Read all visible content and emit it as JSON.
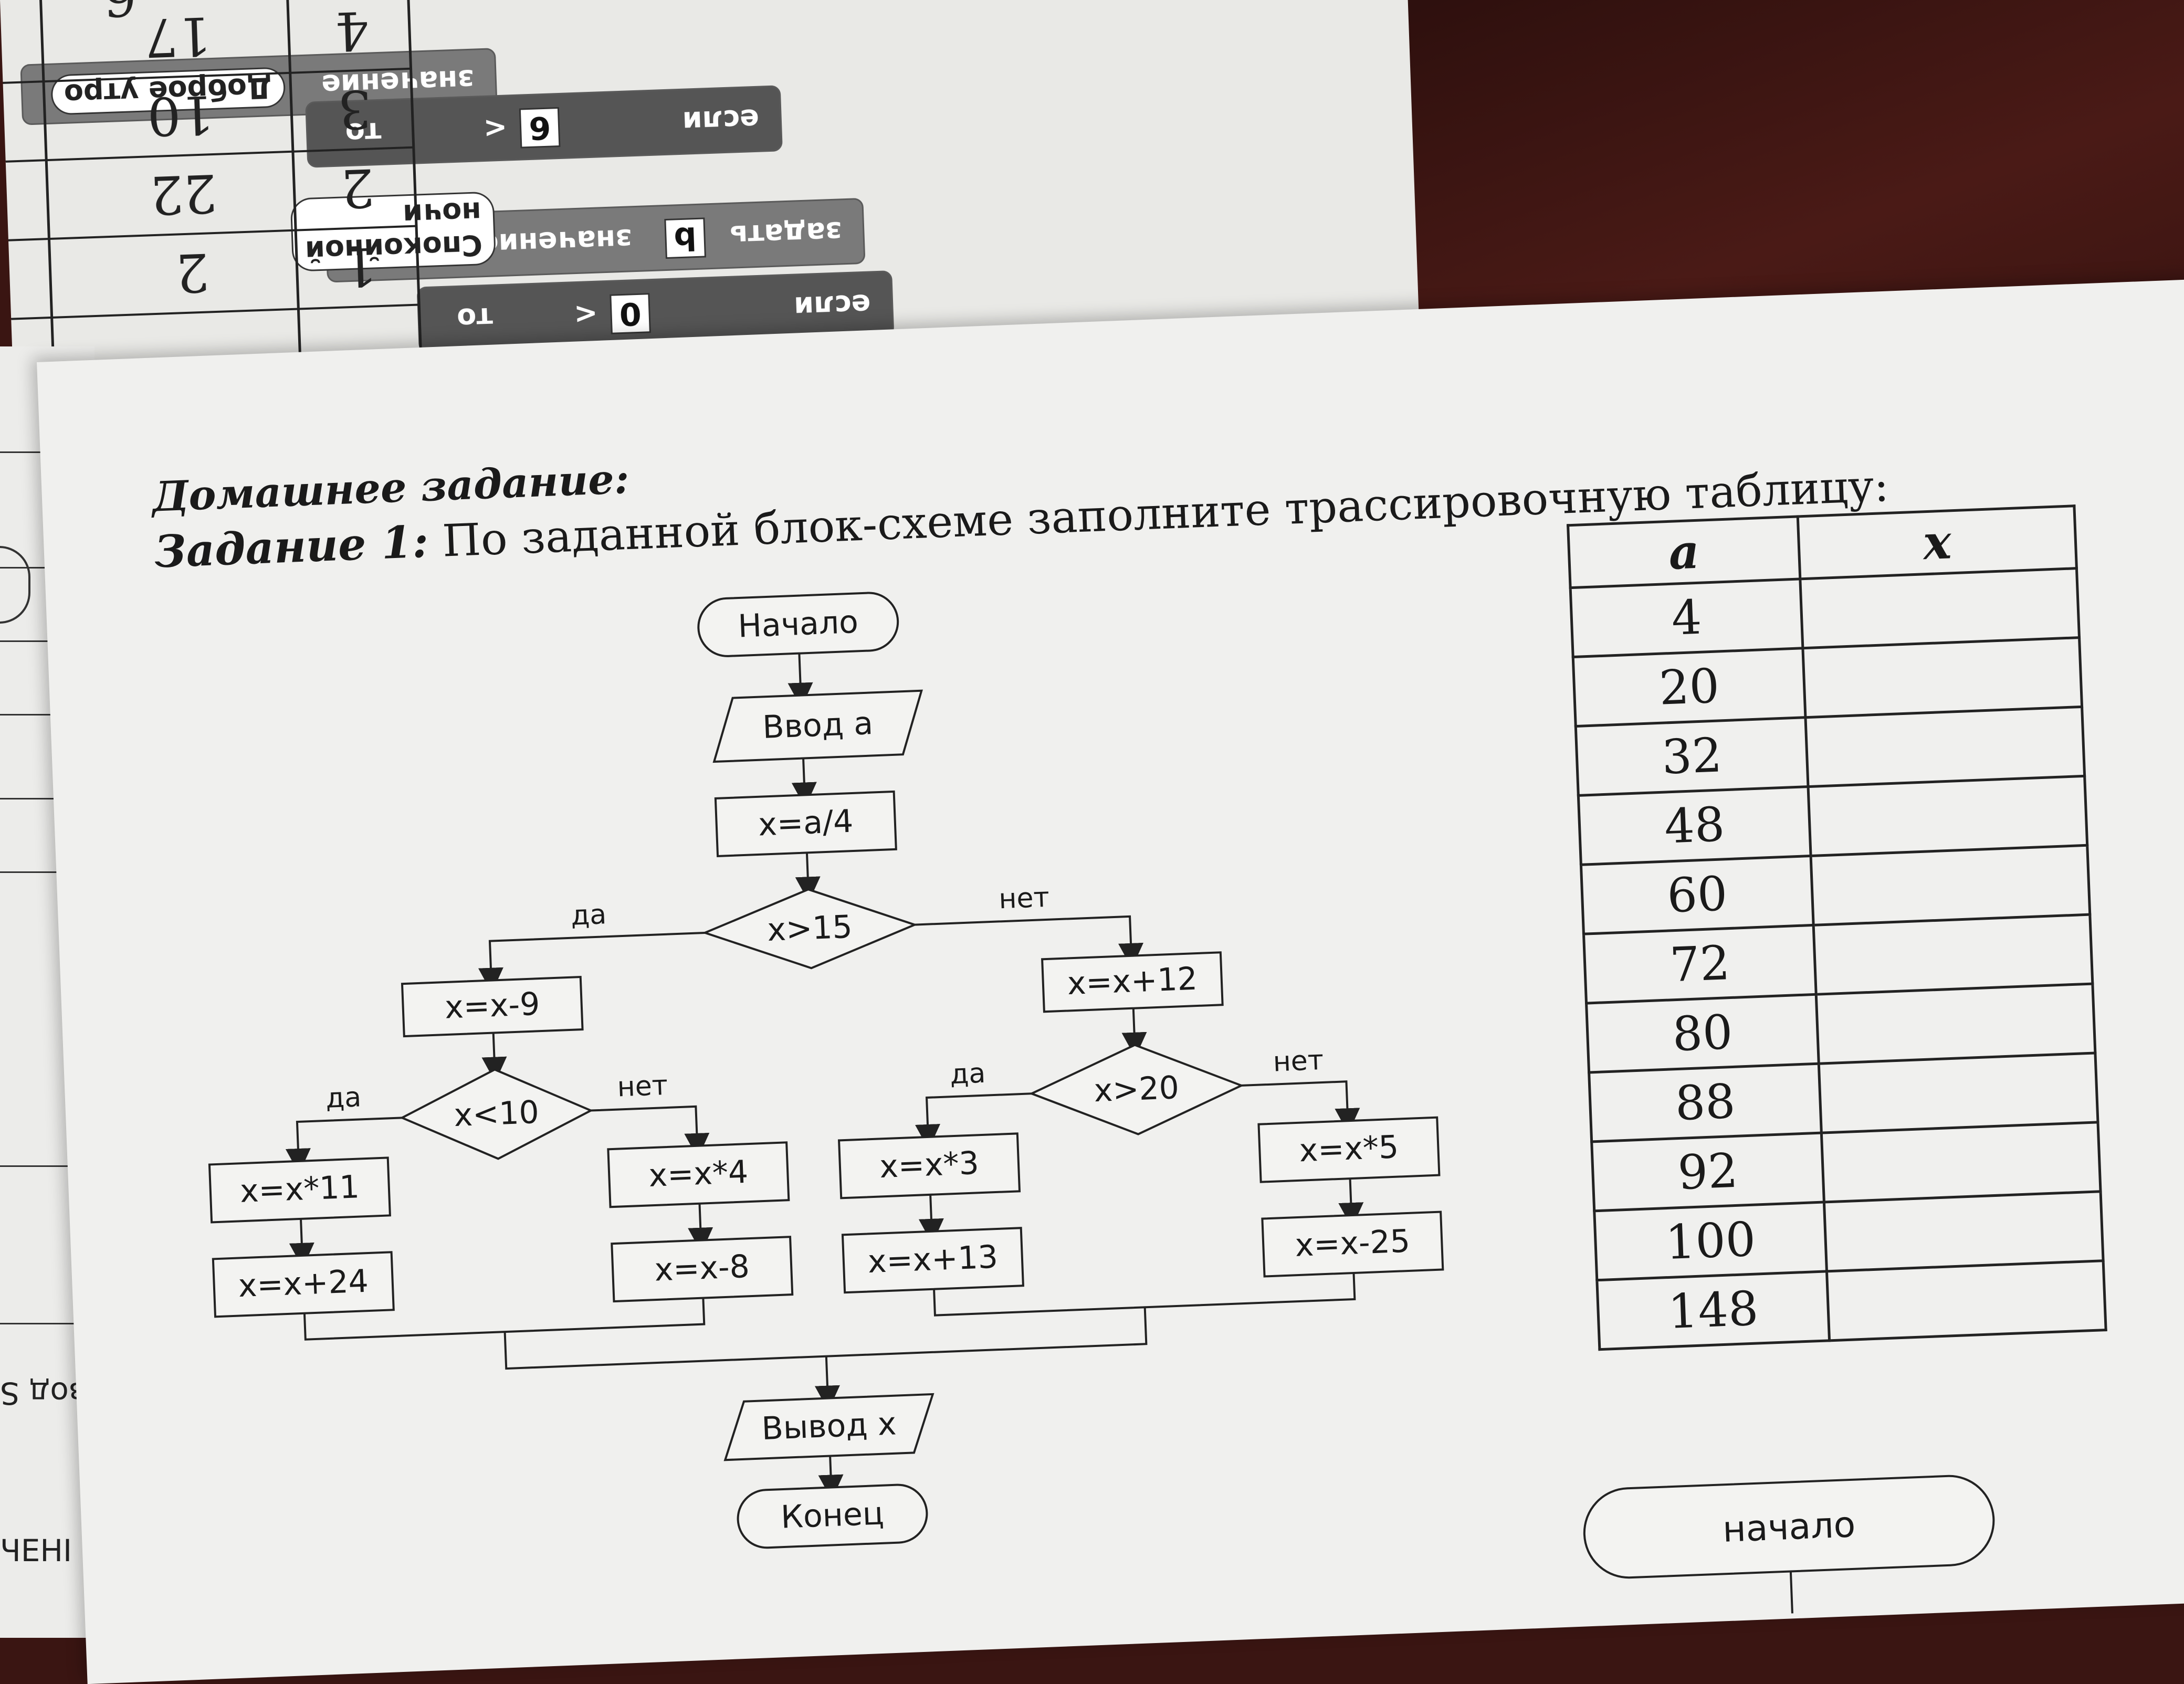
{
  "background_sheet": {
    "scratch_blocks": {
      "greeting_morning": "Доброе утро",
      "greeting_night": "Спокойной ночи",
      "if_label": "если",
      "then_label": "то",
      "set_label": "задать",
      "value_label": "значение",
      "var_name": "b",
      "compare_value_1": "6",
      "compare_value_2": "0",
      "compare_op": "<"
    },
    "grid_numbers": [
      "1",
      "2",
      "3",
      "4",
      "2",
      "22",
      "10",
      "17",
      "6"
    ]
  },
  "left_sheet": {
    "fragment_text_1": "вод S",
    "fragment_text_2": "ЧЕНІ"
  },
  "paper": {
    "heading": "Домашнее задание:",
    "task_label": "Задание 1:",
    "task_text": " По заданной блок-схеме заполните трассировочную таблицу:"
  },
  "flowchart": {
    "start": "Начало",
    "input": "Ввод a",
    "assign_1": "x=a/4",
    "cond_1": "x>15",
    "yes": "да",
    "no": "нет",
    "left_assign": "x=x-9",
    "cond_2": "x<10",
    "ll_1": "x=x*11",
    "ll_2": "x=x+24",
    "lr_1": "x=x*4",
    "lr_2": "x=x-8",
    "right_assign": "x=x+12",
    "cond_3": "x>20",
    "rl_1": "x=x*3",
    "rl_2": "x=x+13",
    "rr_1": "x=x*5",
    "rr_2": "x=x-25",
    "output": "Вывод x",
    "end": "Конец"
  },
  "trace_table": {
    "headers": [
      "a",
      "x"
    ],
    "rows": [
      {
        "a": "4",
        "x": ""
      },
      {
        "a": "20",
        "x": ""
      },
      {
        "a": "32",
        "x": ""
      },
      {
        "a": "48",
        "x": ""
      },
      {
        "a": "60",
        "x": ""
      },
      {
        "a": "72",
        "x": ""
      },
      {
        "a": "80",
        "x": ""
      },
      {
        "a": "88",
        "x": ""
      },
      {
        "a": "92",
        "x": ""
      },
      {
        "a": "100",
        "x": ""
      },
      {
        "a": "148",
        "x": ""
      }
    ]
  },
  "next_flowchart": {
    "start": "начало"
  }
}
